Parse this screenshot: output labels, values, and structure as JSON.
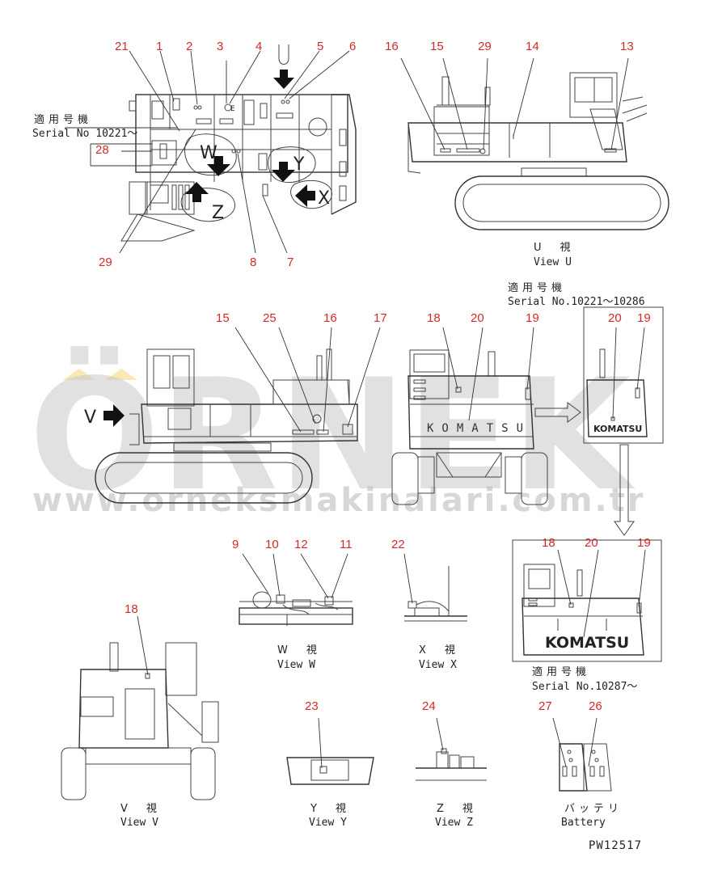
{
  "part_numbers": {
    "n1": "1",
    "n2": "2",
    "n3": "3",
    "n4": "4",
    "n5": "5",
    "n6": "6",
    "n7": "7",
    "n8": "8",
    "n9": "9",
    "n10": "10",
    "n11": "11",
    "n12": "12",
    "n13": "13",
    "n14": "14",
    "n15": "15",
    "n16": "16",
    "n17": "17",
    "n18": "18",
    "n19": "19",
    "n20": "20",
    "n21": "21",
    "n22": "22",
    "n23": "23",
    "n24": "24",
    "n25": "25",
    "n26": "26",
    "n27": "27",
    "n28": "28",
    "n29": "29"
  },
  "serial_notes": {
    "applicable_jp": "適用号機",
    "s1": "Serial No 10221～",
    "s2": "Serial No.10221～10286",
    "s3": "Serial No.10287～"
  },
  "view_letters": {
    "v": "V",
    "w": "W",
    "x": "X",
    "y": "Y",
    "z": "Z"
  },
  "views": {
    "view_u_jp": "U　視",
    "view_u_en": "View U",
    "view_w_jp": "W　視",
    "view_w_en": "View W",
    "view_x_jp": "X　視",
    "view_x_en": "View X",
    "view_v_jp": "V　視",
    "view_v_en": "View V",
    "view_y_jp": "Y　視",
    "view_y_en": "View Y",
    "view_z_jp": "Z　視",
    "view_z_en": "View Z",
    "battery_jp": "バッテリ",
    "battery_en": "Battery"
  },
  "brand": {
    "thin": "KOMATSU",
    "bold": "KOMATSU",
    "bold_small": "KOMATSU"
  },
  "watermark": {
    "big": "ÖRNEK",
    "url": "www.orneksmakinalari.com.tr"
  },
  "drawing_code": "PW12517"
}
